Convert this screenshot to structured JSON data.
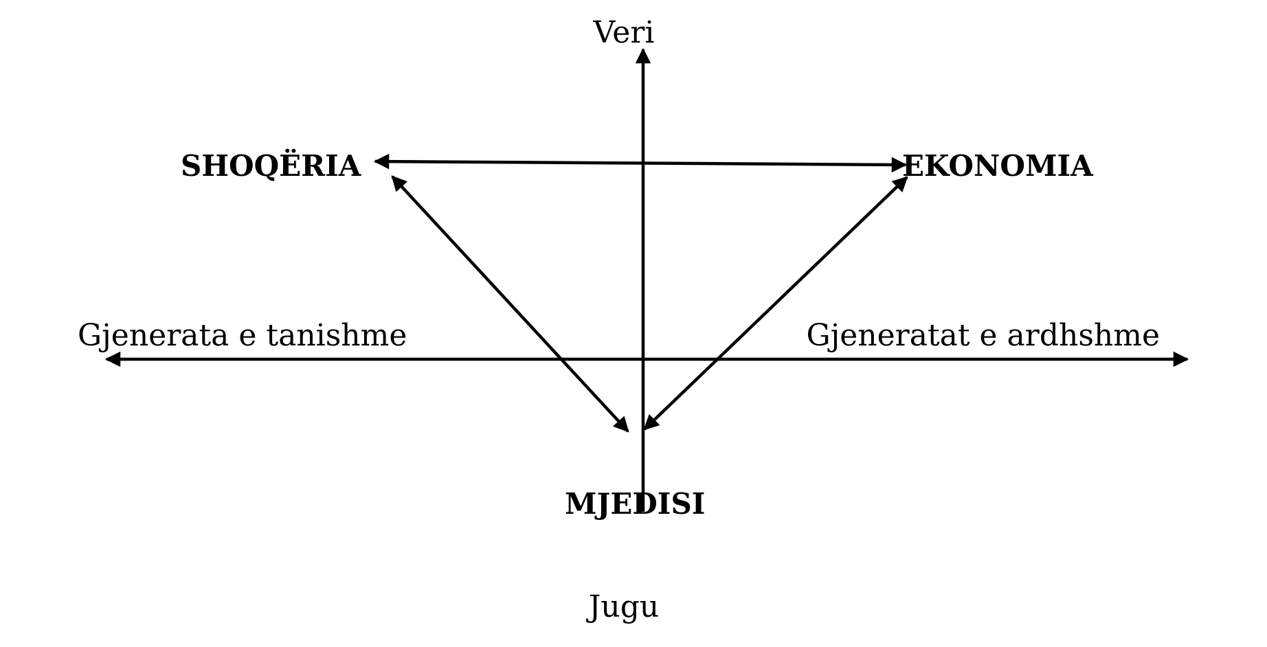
{
  "labels": {
    "north": "Veri",
    "south": "Jugu",
    "society": "SHOQËRIA",
    "economy": "EKONOMIA",
    "environment": "MJEDISI",
    "present_generation": "Gjenerata e tanishme",
    "future_generations": "Gjeneratat e ardhshme"
  },
  "colors": {
    "ink": "#000000",
    "background": "#ffffff"
  }
}
